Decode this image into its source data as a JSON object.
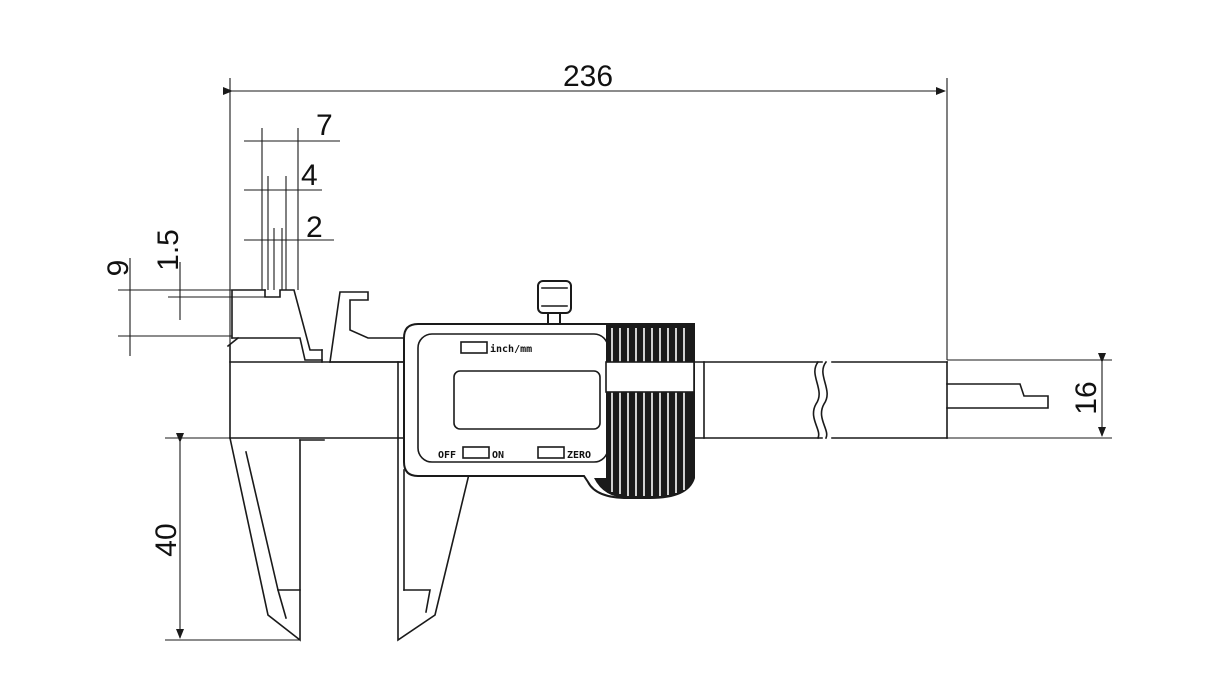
{
  "dimensions": {
    "overall_length": "236",
    "offset_a": "7",
    "offset_b": "4",
    "offset_c": "2",
    "step_height": "1.5",
    "upper_jaw_height": "9",
    "beam_width": "16",
    "jaw_depth": "40"
  },
  "display_labels": {
    "units": "inch/mm",
    "off": "OFF",
    "on": "ON",
    "zero": "ZERO"
  },
  "colors": {
    "line": "#1a1a1a",
    "background": "#ffffff"
  }
}
